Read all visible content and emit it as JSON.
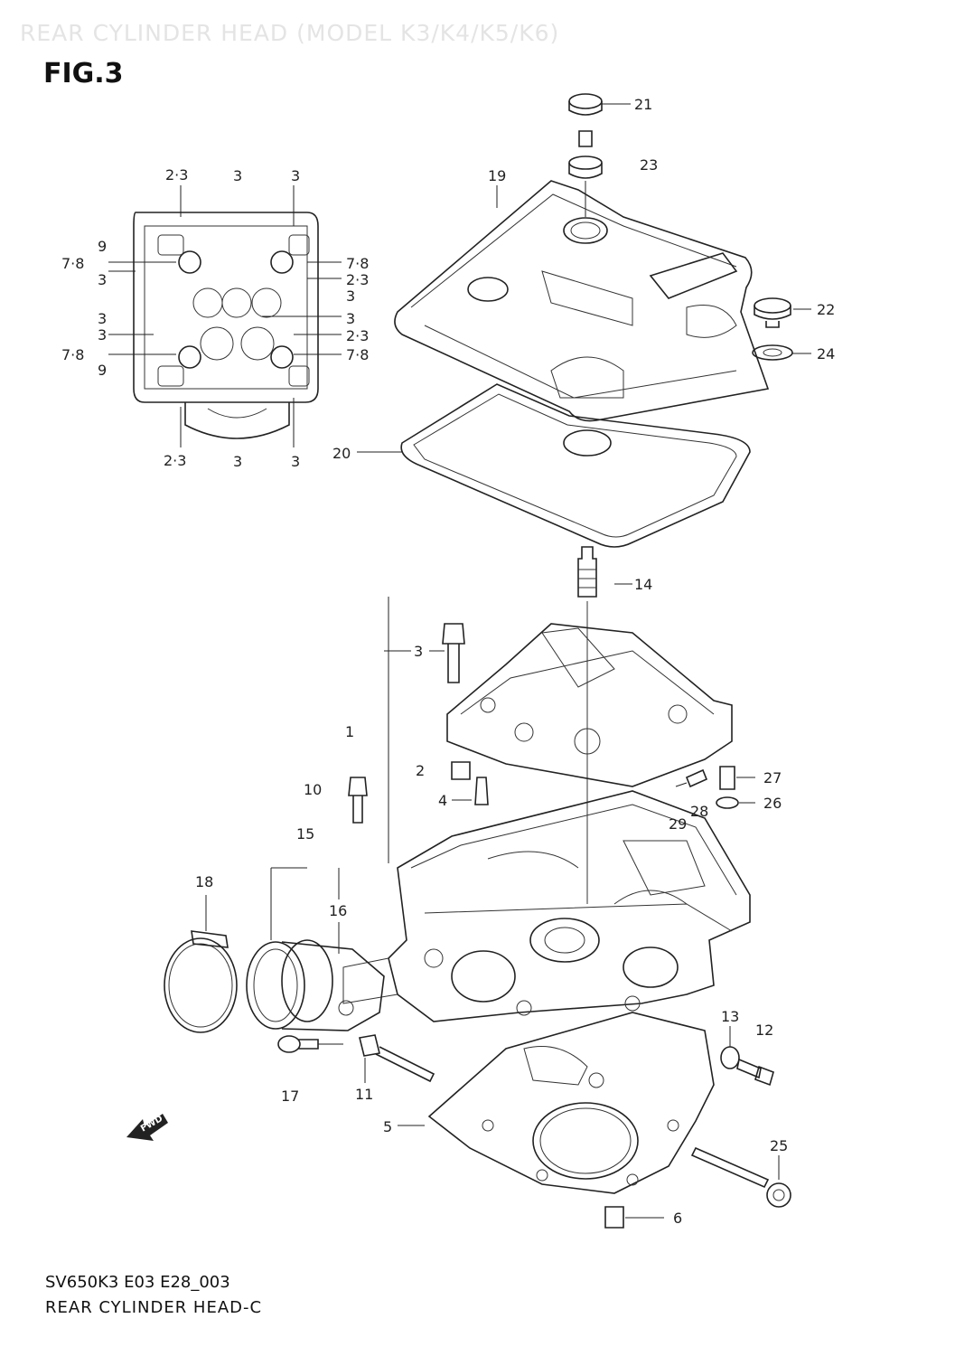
{
  "header_title": "REAR CYLINDER HEAD (MODEL K3/K4/K5/K6)",
  "figure_label": "FIG.3",
  "footer": {
    "code": "SV650K3 E03 E28_003",
    "name": "REAR CYLINDER HEAD-C"
  },
  "arrow_label": "FWD",
  "torque_view": {
    "labels": [
      "2·3",
      "3",
      "3",
      "9",
      "7·8",
      "3",
      "7·8",
      "2·3",
      "3",
      "3",
      "3",
      "2·3",
      "7·8",
      "7·8",
      "3",
      "9",
      "2·3",
      "3",
      "3"
    ]
  },
  "callouts": [
    "21",
    "23",
    "19",
    "22",
    "24",
    "20",
    "14",
    "3",
    "1",
    "2",
    "4",
    "10",
    "15",
    "27",
    "28",
    "26",
    "29",
    "18",
    "16",
    "13",
    "12",
    "17",
    "11",
    "5",
    "25",
    "6"
  ]
}
